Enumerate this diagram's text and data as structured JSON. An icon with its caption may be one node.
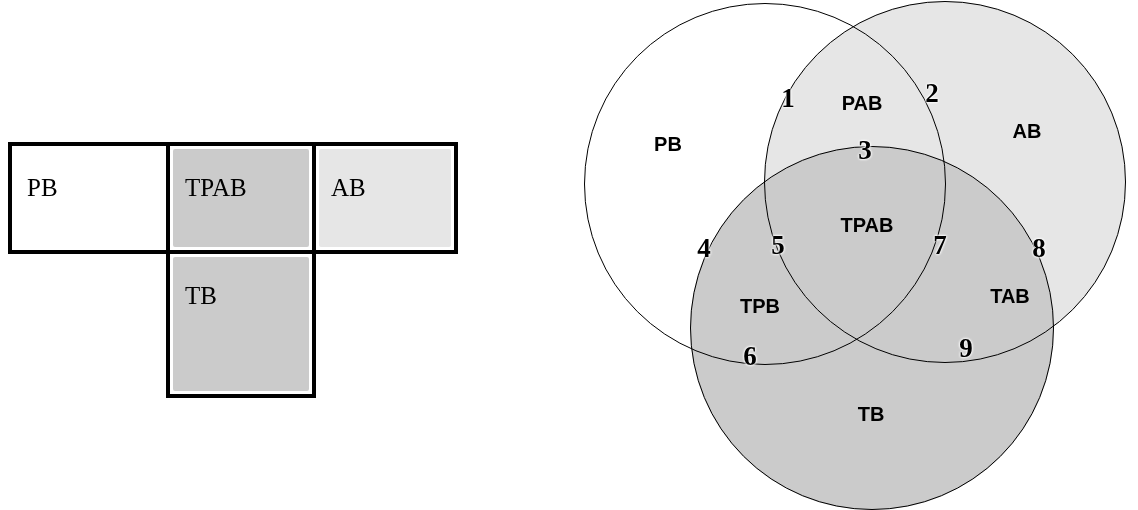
{
  "diagram": {
    "nodes": [
      {
        "text": [
          "PB"
        ]
      },
      {
        "text": [
          "TPAB"
        ]
      },
      {
        "text": [
          "AB"
        ]
      },
      {
        "text": [
          "TB"
        ]
      },
      {
        "text": [
          "PB"
        ]
      },
      {
        "text": [
          "AB"
        ]
      },
      {
        "text": [
          "TB"
        ]
      }
    ],
    "labels": [
      "1",
      "PAB",
      "2",
      "3",
      "TPAB",
      "4",
      "5",
      "7",
      "8",
      "TPB",
      "TAB",
      "6",
      "9"
    ]
  }
}
